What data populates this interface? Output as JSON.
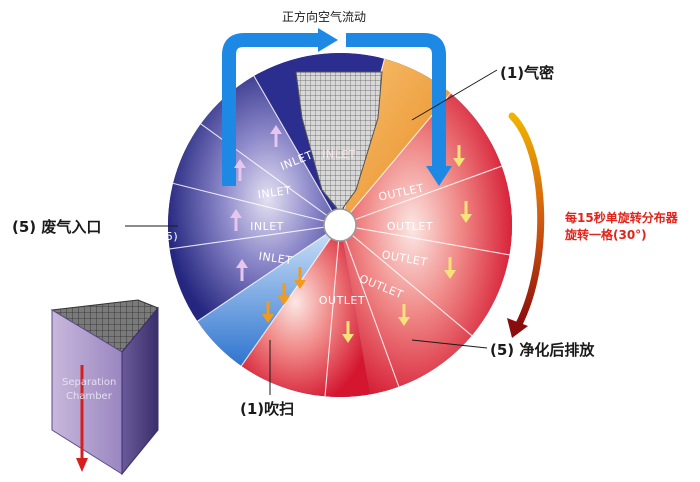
{
  "annotations": {
    "top_flow": "正方向空气流动",
    "seal": "(1)气密",
    "exhaust_in": "(5) 废气入口",
    "clean_out": "(5) 净化后排放",
    "purge": "(1)吹扫",
    "rotation_line1": "每15秒单旋转分布器",
    "rotation_line2": "旋转一格(30°)"
  },
  "wheel": {
    "inlet_labels": [
      "INLET",
      "INLET",
      "INLET",
      "INLET"
    ],
    "outlet_labels": [
      "OUTLET",
      "OUTLET",
      "OUTLET",
      "OUTLET",
      "OUTLET"
    ],
    "seal_ghost_label": "INLET",
    "side_number": "5)"
  },
  "chamber": {
    "caption_line1": "Separation",
    "caption_line2": "Chamber"
  },
  "colors": {
    "inlet": "#2b2d8f",
    "outlet": "#e0243a",
    "seal": "#f0a030",
    "purge": "#3d7fd4",
    "flow_arrow": "#1e88e5",
    "accent_text": "#e2231a"
  }
}
